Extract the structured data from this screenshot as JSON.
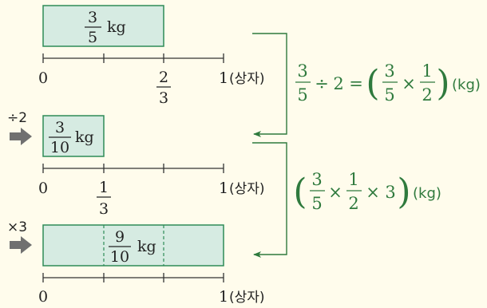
{
  "colors": {
    "box_fill": "#d6ebe2",
    "box_stroke": "#2e8b57",
    "axis": "#333333",
    "equation": "#2f7a3d",
    "arrow": "#707070",
    "background": "#fffcec"
  },
  "unit": "kg",
  "axis_end_label": "1",
  "axis_unit": "(상자)",
  "zero_label": "0",
  "row1": {
    "box": {
      "num": "3",
      "den": "5"
    },
    "tick": {
      "num": "2",
      "den": "3"
    }
  },
  "row2": {
    "op": "÷2",
    "box": {
      "num": "3",
      "den": "10"
    },
    "tick": {
      "num": "1",
      "den": "3"
    }
  },
  "row3": {
    "op": "×3",
    "box": {
      "num": "9",
      "den": "10"
    }
  },
  "eq1": {
    "f1": {
      "num": "3",
      "den": "5"
    },
    "div": "÷",
    "two": "2",
    "equals": "=",
    "lparen": "(",
    "f2": {
      "num": "3",
      "den": "5"
    },
    "times": "×",
    "f3": {
      "num": "1",
      "den": "2"
    },
    "rparen": ")",
    "unit": "(kg)"
  },
  "eq2": {
    "lparen": "(",
    "f1": {
      "num": "3",
      "den": "5"
    },
    "times1": "×",
    "f2": {
      "num": "1",
      "den": "2"
    },
    "times2": "×",
    "three": "3",
    "rparen": ")",
    "unit": "(kg)"
  }
}
